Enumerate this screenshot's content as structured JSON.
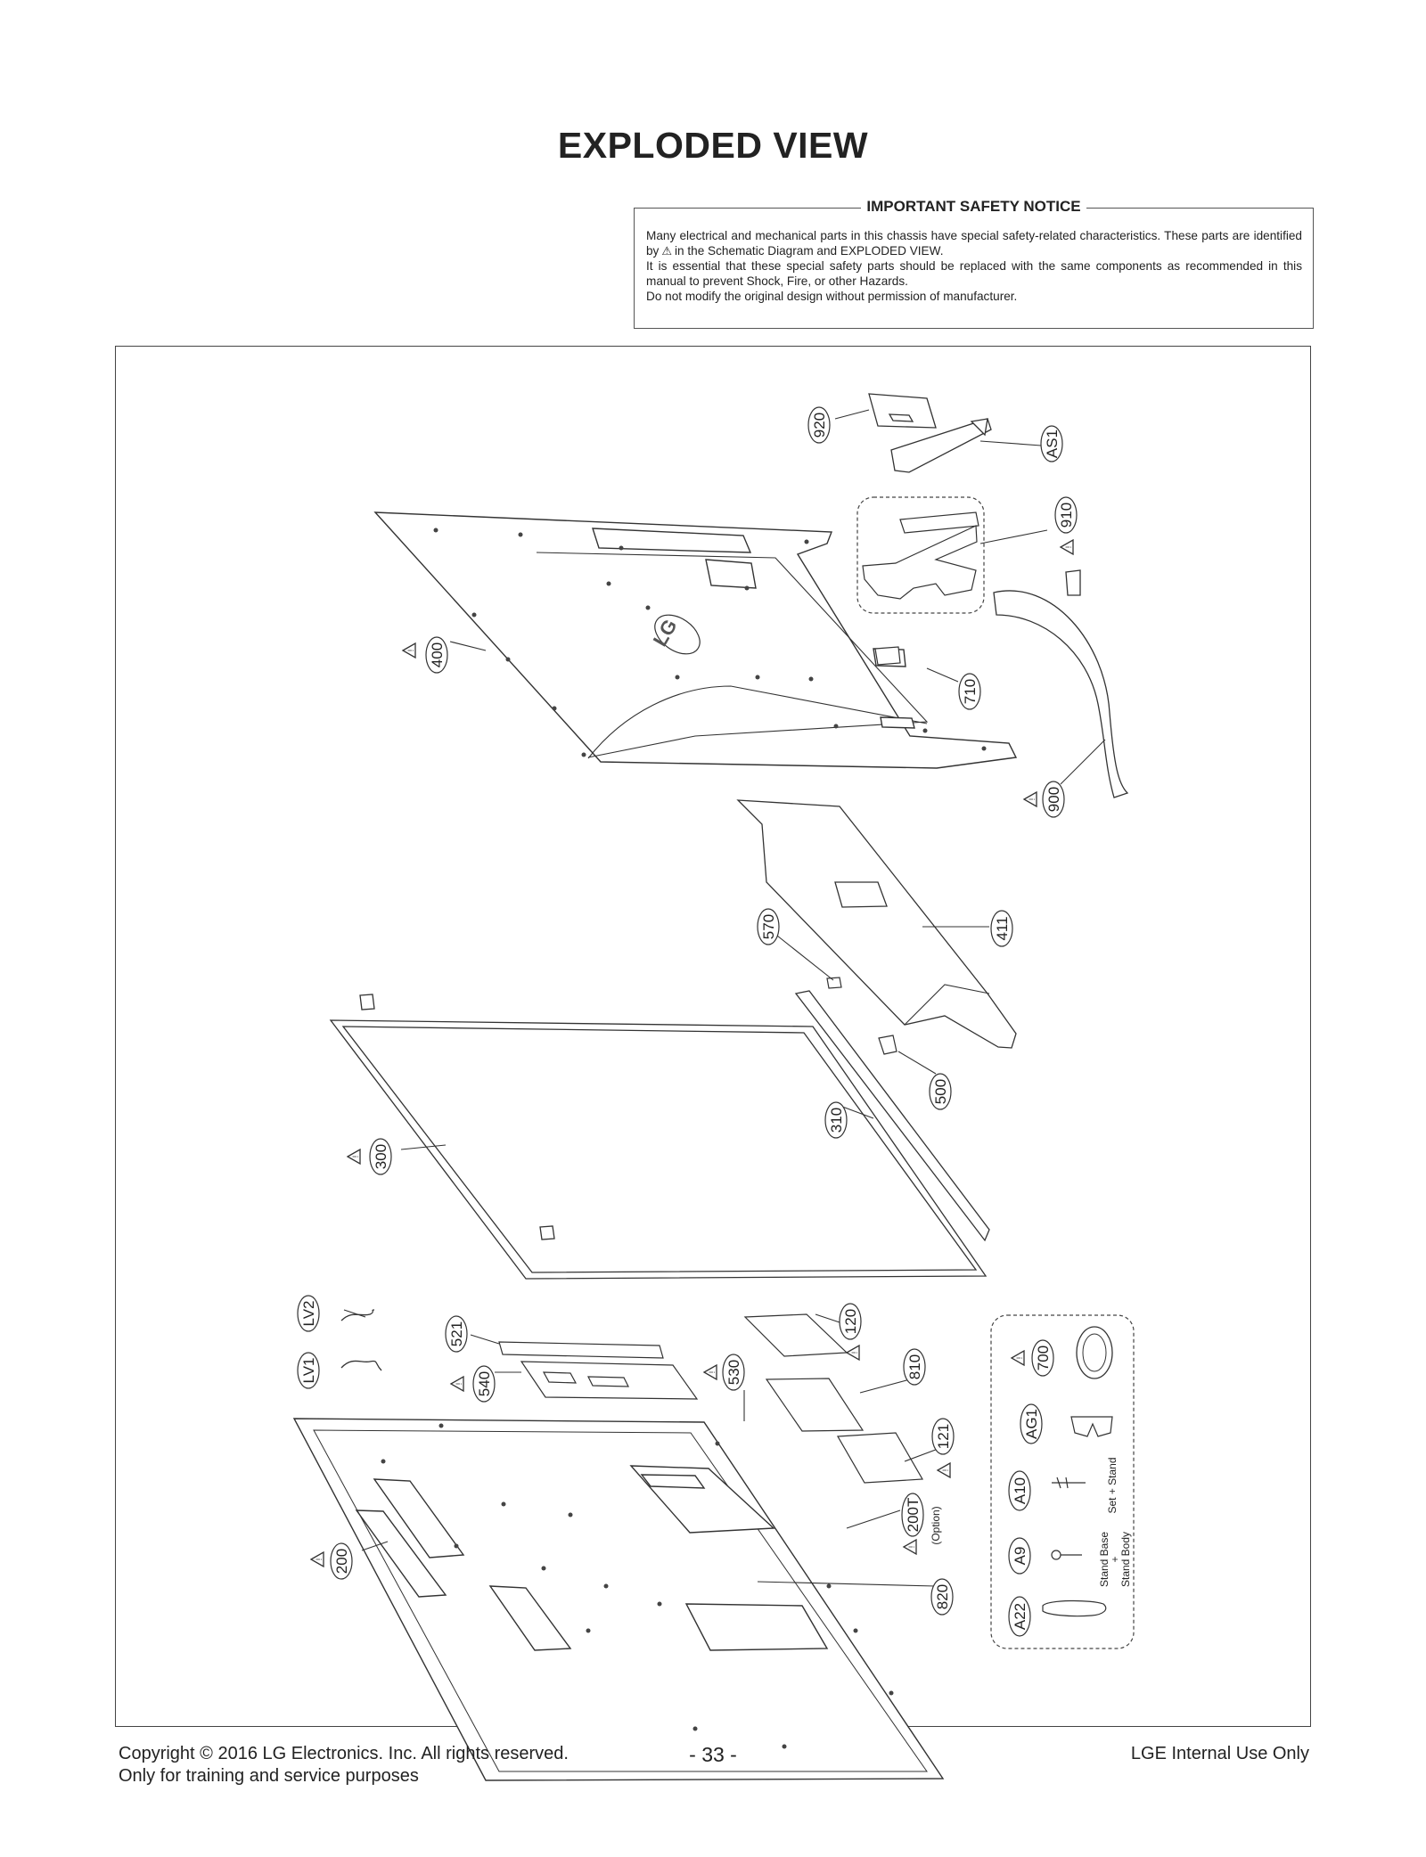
{
  "title": "EXPLODED VIEW",
  "notice": {
    "heading": "IMPORTANT SAFETY NOTICE",
    "line1_pre": "Many electrical and mechanical parts in this chassis have special safety-related characteristics. These parts are identified by",
    "line1_post": "in the Schematic Diagram and EXPLODED VIEW.",
    "line2": "It is essential that these special safety parts should be replaced with the same components as recommended in this manual to prevent Shock, Fire, or other Hazards.",
    "line3": "Do not modify the original design without permission of manufacturer."
  },
  "parts": {
    "p920": "920",
    "pAS1": "AS1",
    "p910": "910",
    "p400": "400",
    "p710": "710",
    "p900": "900",
    "p570": "570",
    "p411": "411",
    "p500": "500",
    "p310": "310",
    "p300": "300",
    "pLV2": "LV2",
    "pLV1": "LV1",
    "p521": "521",
    "p540": "540",
    "p120": "120",
    "p530": "530",
    "p810": "810",
    "p121": "121",
    "p200T": "200T",
    "option": "(Option)",
    "p200": "200",
    "p820": "820",
    "p700": "700",
    "pAG1": "AG1",
    "pA10": "A10",
    "pA9": "A9",
    "pA22": "A22",
    "set_stand": "Set + Stand",
    "stand_base": "Stand Base",
    "stand_body": "Stand Body",
    "plus": "+"
  },
  "footer": {
    "copyright": "Copyright  © 2016 LG Electronics. Inc. All rights reserved.",
    "training": "Only for training and service purposes",
    "page": "- 33 -",
    "internal": "LGE Internal Use Only"
  },
  "icons": {
    "warning": "warning-triangle-icon"
  }
}
